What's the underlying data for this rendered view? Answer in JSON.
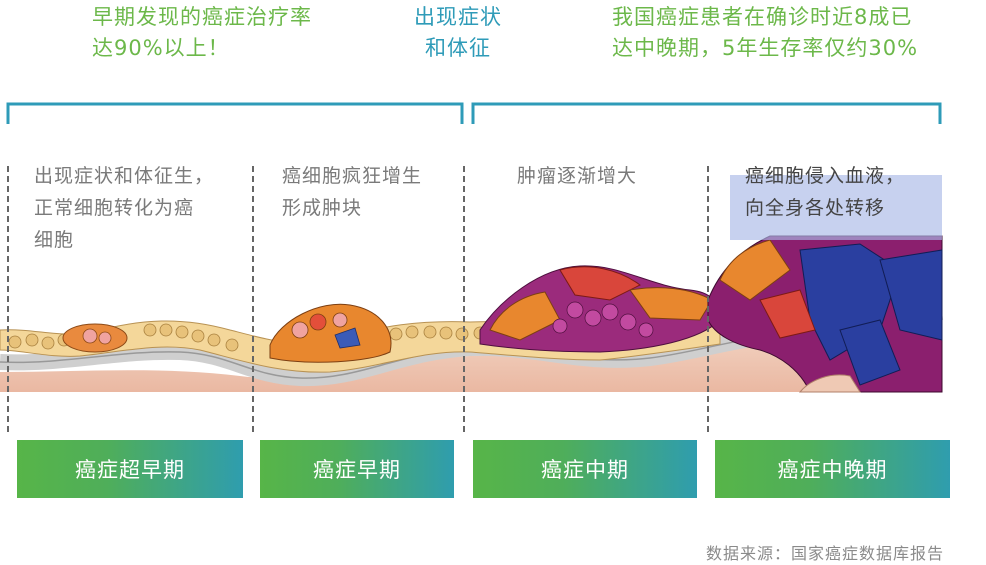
{
  "header": {
    "left_line1": "早期发现的癌症治疗率",
    "left_line2": "达90%以上！",
    "center_line1": "出现症状",
    "center_line2": "和体征",
    "right_line1": "我国癌症患者在确诊时近8成已",
    "right_line2": "达中晚期，5年生存率仅约30%"
  },
  "stages": [
    {
      "desc_line1": "出现症状和体征生，",
      "desc_line2": "正常细胞转化为癌",
      "desc_line3": "细胞",
      "label": "癌症超早期"
    },
    {
      "desc_line1": "癌细胞疯狂增生",
      "desc_line2": "形成肿块",
      "desc_line3": "",
      "label": "癌症早期"
    },
    {
      "desc_line1": "肿瘤逐渐增大",
      "desc_line2": "",
      "desc_line3": "",
      "label": "癌症中期"
    },
    {
      "desc_line1": "癌细胞侵入血液，",
      "desc_line2": "向全身各处转移",
      "desc_line3": "",
      "label": "癌症中晚期"
    }
  ],
  "source": "数据来源：国家癌症数据库报告",
  "colors": {
    "green_text": "#6cb84a",
    "teal": "#2e9bb8",
    "button_gradient_start": "#57b548",
    "button_gradient_end": "#2f9dae",
    "tumor_purple": "#9b2b7c",
    "tumor_orange": "#e8872e",
    "blood_blue": "#2a3fa0",
    "tissue_pink": "#efc9b4"
  }
}
